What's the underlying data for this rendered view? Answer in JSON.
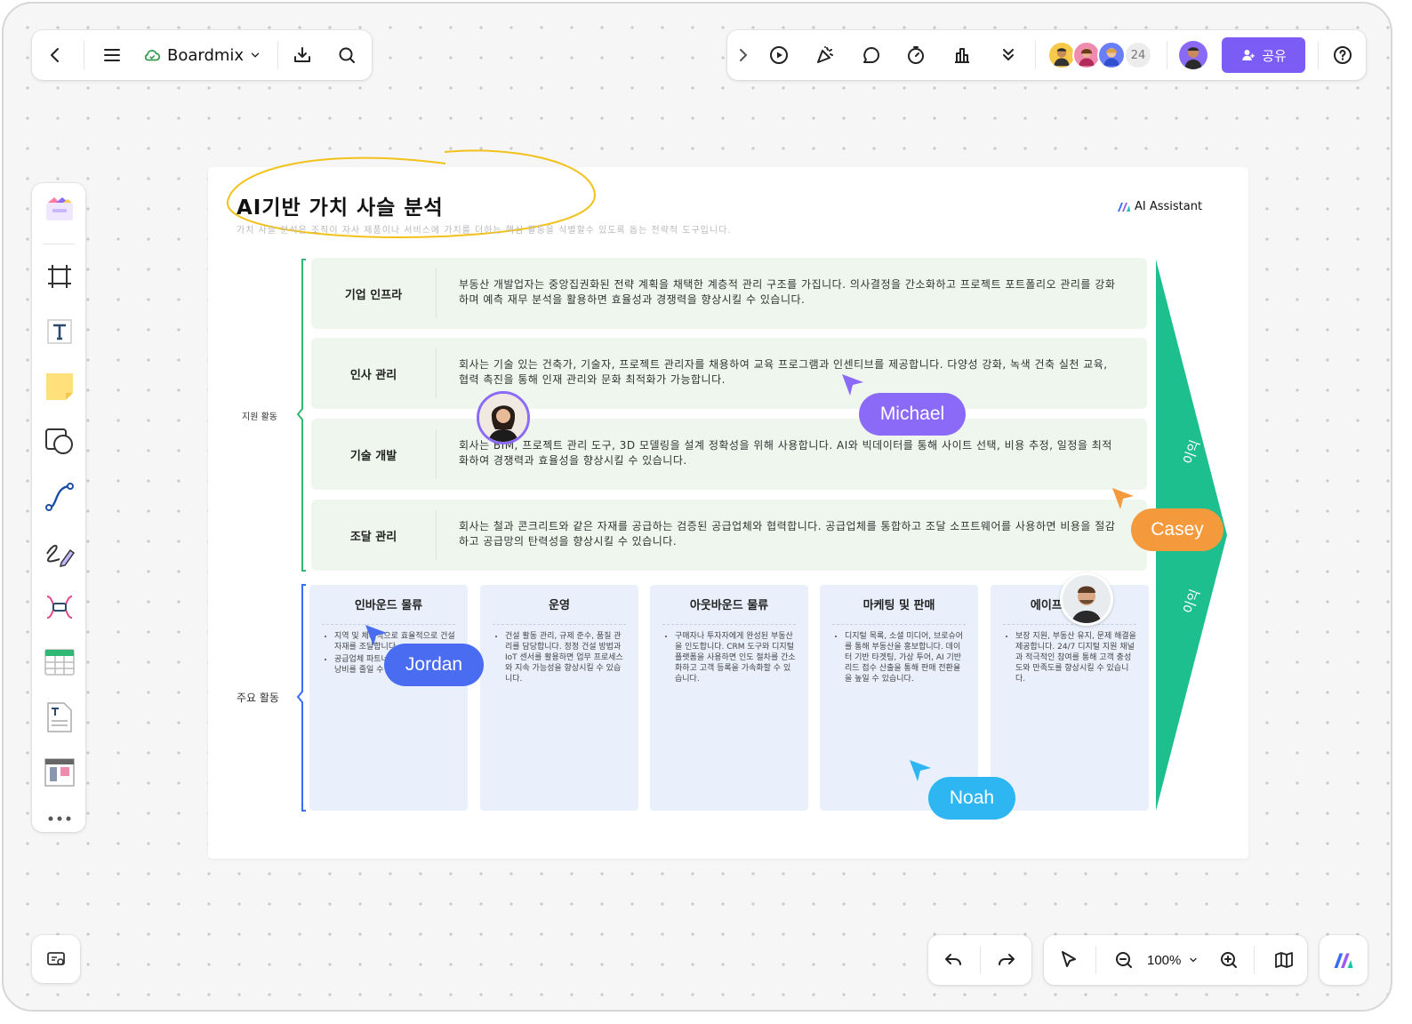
{
  "toolbar_left": {
    "back_icon": "chevron-left-icon",
    "menu_icon": "hamburger-icon",
    "cloud_icon": "cloud-icon",
    "app_name": "Boardmix",
    "dropdown_icon": "chevron-down-icon",
    "download_icon": "download-icon",
    "search_icon": "search-icon"
  },
  "toolbar_right": {
    "collapse_icon": "chevron-right-icon",
    "present_icon": "play-icon",
    "celebrate_icon": "party-icon",
    "comment_icon": "comment-icon",
    "timer_icon": "timer-icon",
    "vote_icon": "vote-icon",
    "more_icon": "double-chevron-down-icon",
    "collaborator_count": "24",
    "share_label": "공유",
    "help_icon": "help-icon"
  },
  "sidebar": {
    "tools": [
      "template-icon",
      "frame-icon",
      "text-icon",
      "sticky-note-icon",
      "shape-icon",
      "connector-icon",
      "pen-icon",
      "mindmap-icon",
      "table-icon",
      "document-icon",
      "kanban-icon",
      "more-icon"
    ]
  },
  "board": {
    "title": "AI기반 가치 사슬 분석",
    "subtitle": "가치 사슬 분석은 조직이 자사 제품이나 서비스에 가치를 더하는 핵심 활동을 식별할수 있도록 돕는 전략적 도구입니다.",
    "ai_badge": "AI Assistant",
    "support_label": "지원 활동",
    "primary_label": "주요 활동",
    "margin_label_top": "이익",
    "margin_label_bottom": "이익",
    "support_rows": [
      {
        "title": "기업 인프라",
        "text": "부동산 개발업자는 중앙집권화된 전략 계획을 채택한 계층적 관리 구조를 가집니다. 의사결정을 간소화하고 프로젝트 포트폴리오 관리를 강화하며 예측 재무 분석을 활용하면 효율성과 경쟁력을 향상시킬 수 있습니다."
      },
      {
        "title": "인사 관리",
        "text": "회사는 기술 있는 건축가, 기술자, 프로젝트 관리자를 채용하여 교육 프로그램과 인센티브를 제공합니다. 다양성 강화, 녹색 건축 실천 교육, 협력 촉진을 통해 인재 관리와 문화 최적화가 가능합니다."
      },
      {
        "title": "기술 개발",
        "text": "회사는 BIM, 프로젝트 관리 도구, 3D 모델링을 설계 정확성을 위해 사용합니다. AI와 빅데이터를 통해 사이트 선택, 비용 추정, 일정을 최적화하여 경쟁력과 효율성을 향상시킬 수 있습니다."
      },
      {
        "title": "조달 관리",
        "text": "회사는 철과 콘크리트와 같은 자재를 공급하는 검증된 공급업체와 협력합니다. 공급업체를 통합하고 조달 소프트웨어를 사용하면 비용을 절감하고 공급망의 탄력성을 향상시킬 수 있습니다."
      }
    ],
    "primary_columns": [
      {
        "title": "인바운드 물류",
        "bullets": [
          "지역 및 체계적으로 효율적으로 건설 자재를 조달합니다.",
          "공급업체 파트너십 시 재고 시스템 낭비를 줄일 수 있습니다."
        ]
      },
      {
        "title": "운영",
        "bullets": [
          "건설 활동 관리, 규제 준수, 품질 관리를 담당합니다. 정정 건설 방법과 IoT 센서를 활용하면 업무 프로세스와 지속 가능성을 향상시킬 수 있습니다."
        ]
      },
      {
        "title": "아웃바운드 물류",
        "bullets": [
          "구매자나 투자자에게 완성된 부동산을 인도합니다. CRM 도구와 디지털 플랫폼을 사용하면 인도 절차를 간소화하고 고객 등록을 가속화할 수 있습니다."
        ]
      },
      {
        "title": "마케팅 및 판매",
        "bullets": [
          "디지털 목록, 소셜 미디어, 브로슈어를 통해 부동산을 홍보합니다. 데이터 기반 타겟팅, 가상 투어, AI 기반 리드 접수 산출을 통해 판매 전환율을 높일 수 있습니다."
        ]
      },
      {
        "title": "에이프터 서비스",
        "bullets": [
          "보장 지원, 부동산 유지, 문제 해결을 제공합니다. 24/7 디지털 지원 채널과 적극적인 참여를 통해 고객 충성도와 만족도를 향상시킬 수 있습니다."
        ]
      }
    ]
  },
  "cursors": {
    "michael": "Michael",
    "casey": "Casey",
    "jordan": "Jordan",
    "noah": "Noah"
  },
  "colors": {
    "accent_purple": "#7b5cf5",
    "support_green": "#eef6ee",
    "primary_blue": "#e9f0fb",
    "margin_green": "#1dbf8e",
    "michael": "#8b6af7",
    "casey": "#f49a3c",
    "jordan": "#4a6cf0",
    "noah": "#2eb6f3"
  },
  "bottom": {
    "map_icon": "presenter-icon",
    "undo_icon": "undo-icon",
    "redo_icon": "redo-icon",
    "select_icon": "pointer-icon",
    "zoom_out_icon": "zoom-out-icon",
    "zoom_level": "100%",
    "zoom_in_icon": "zoom-in-icon",
    "minimap_icon": "minimap-icon",
    "logo_icon": "boardmix-logo-icon"
  }
}
